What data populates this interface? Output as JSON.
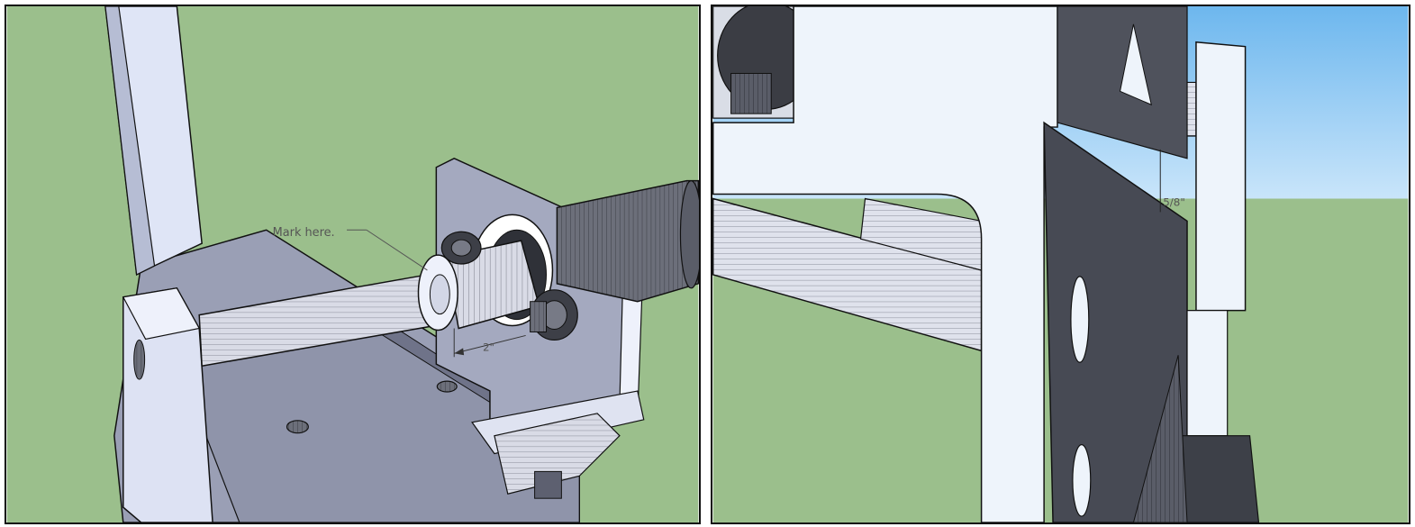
{
  "colors": {
    "ground": "#9bbf8c",
    "sky": "#7ec4ef",
    "frame_white": "#eef4fb",
    "plate": "#9a9fb5",
    "dark_metal": "#4a4d57",
    "outline": "#111111"
  },
  "left_panel": {
    "annotation": "Mark here.",
    "dimension": "2\""
  },
  "right_panel": {
    "dimension": "5/8\""
  }
}
